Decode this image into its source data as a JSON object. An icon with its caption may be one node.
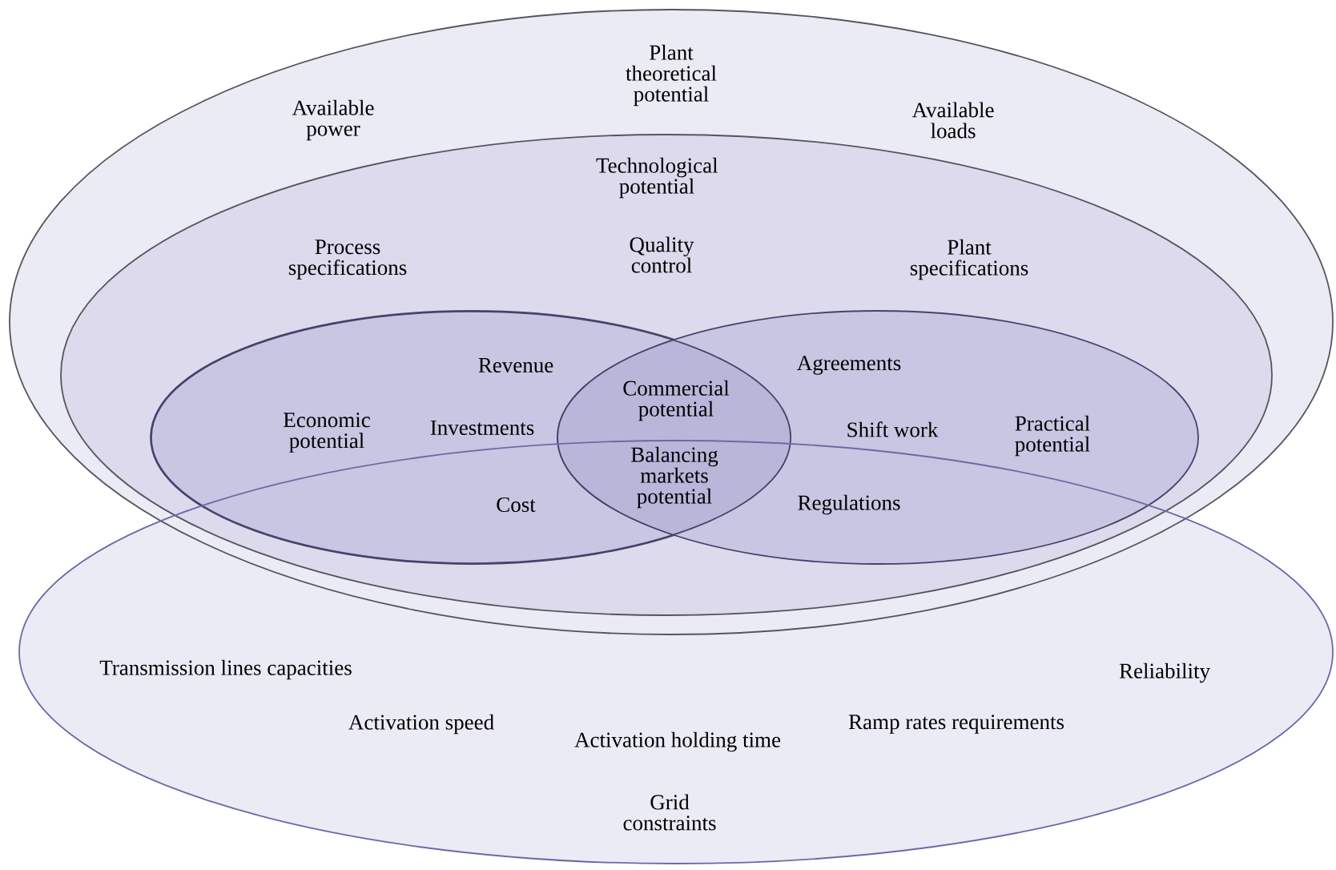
{
  "diagram": {
    "nodes": [
      {
        "text": [
          "Plant theoretical potential",
          "Available power",
          "Available loads"
        ]
      },
      {
        "text": [
          "Technological potential",
          "Process specifications",
          "Quality control",
          "Plant specifications"
        ],
        "in": 0
      },
      {
        "text": [
          "Economic potential",
          "Revenue",
          "Investments",
          "Cost"
        ],
        "in": 1
      },
      {
        "text": [
          "Practical potential",
          "Agreements",
          "Shift work",
          "Regulations"
        ],
        "in": 1
      },
      {
        "text": [
          "Grid constraints",
          "Transmission lines capacities",
          "Activation speed",
          "Activation holding time",
          "Ramp rates requirements",
          "Reliability"
        ]
      }
    ],
    "labels": [
      "Commercial potential",
      "Balancing markets potential"
    ]
  }
}
